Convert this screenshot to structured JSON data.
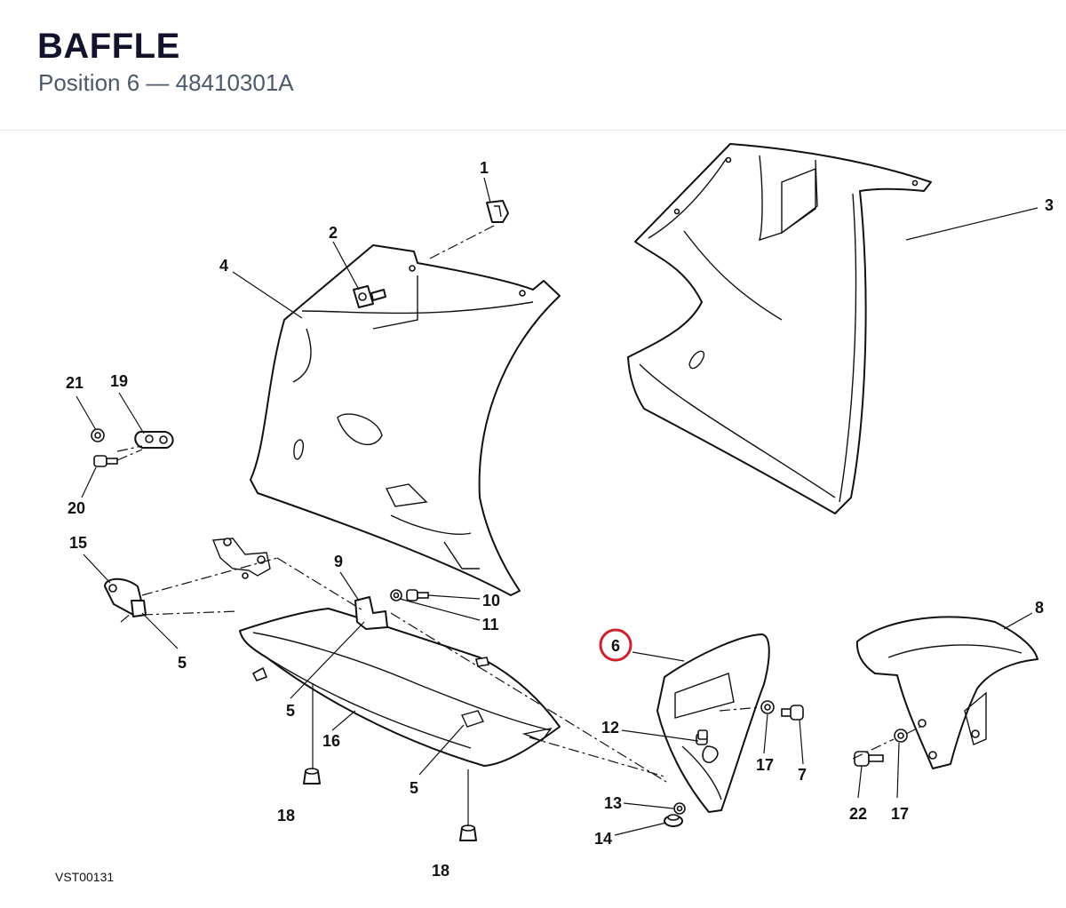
{
  "header": {
    "title": "BAFFLE",
    "subtitle": "Position 6 — 48410301A"
  },
  "diagram": {
    "code": "VST00131",
    "highlighted": "6",
    "highlight_color": "#d0202e",
    "callouts": {
      "c1": "1",
      "c2": "2",
      "c3": "3",
      "c4": "4",
      "c5a": "5",
      "c5b": "5",
      "c5c": "5",
      "c6": "6",
      "c7": "7",
      "c8": "8",
      "c9": "9",
      "c10": "10",
      "c11": "11",
      "c12": "12",
      "c13": "13",
      "c14": "14",
      "c15": "15",
      "c16": "16",
      "c17a": "17",
      "c17b": "17",
      "c18a": "18",
      "c18b": "18",
      "c19": "19",
      "c20": "20",
      "c21": "21",
      "c22": "22"
    }
  }
}
